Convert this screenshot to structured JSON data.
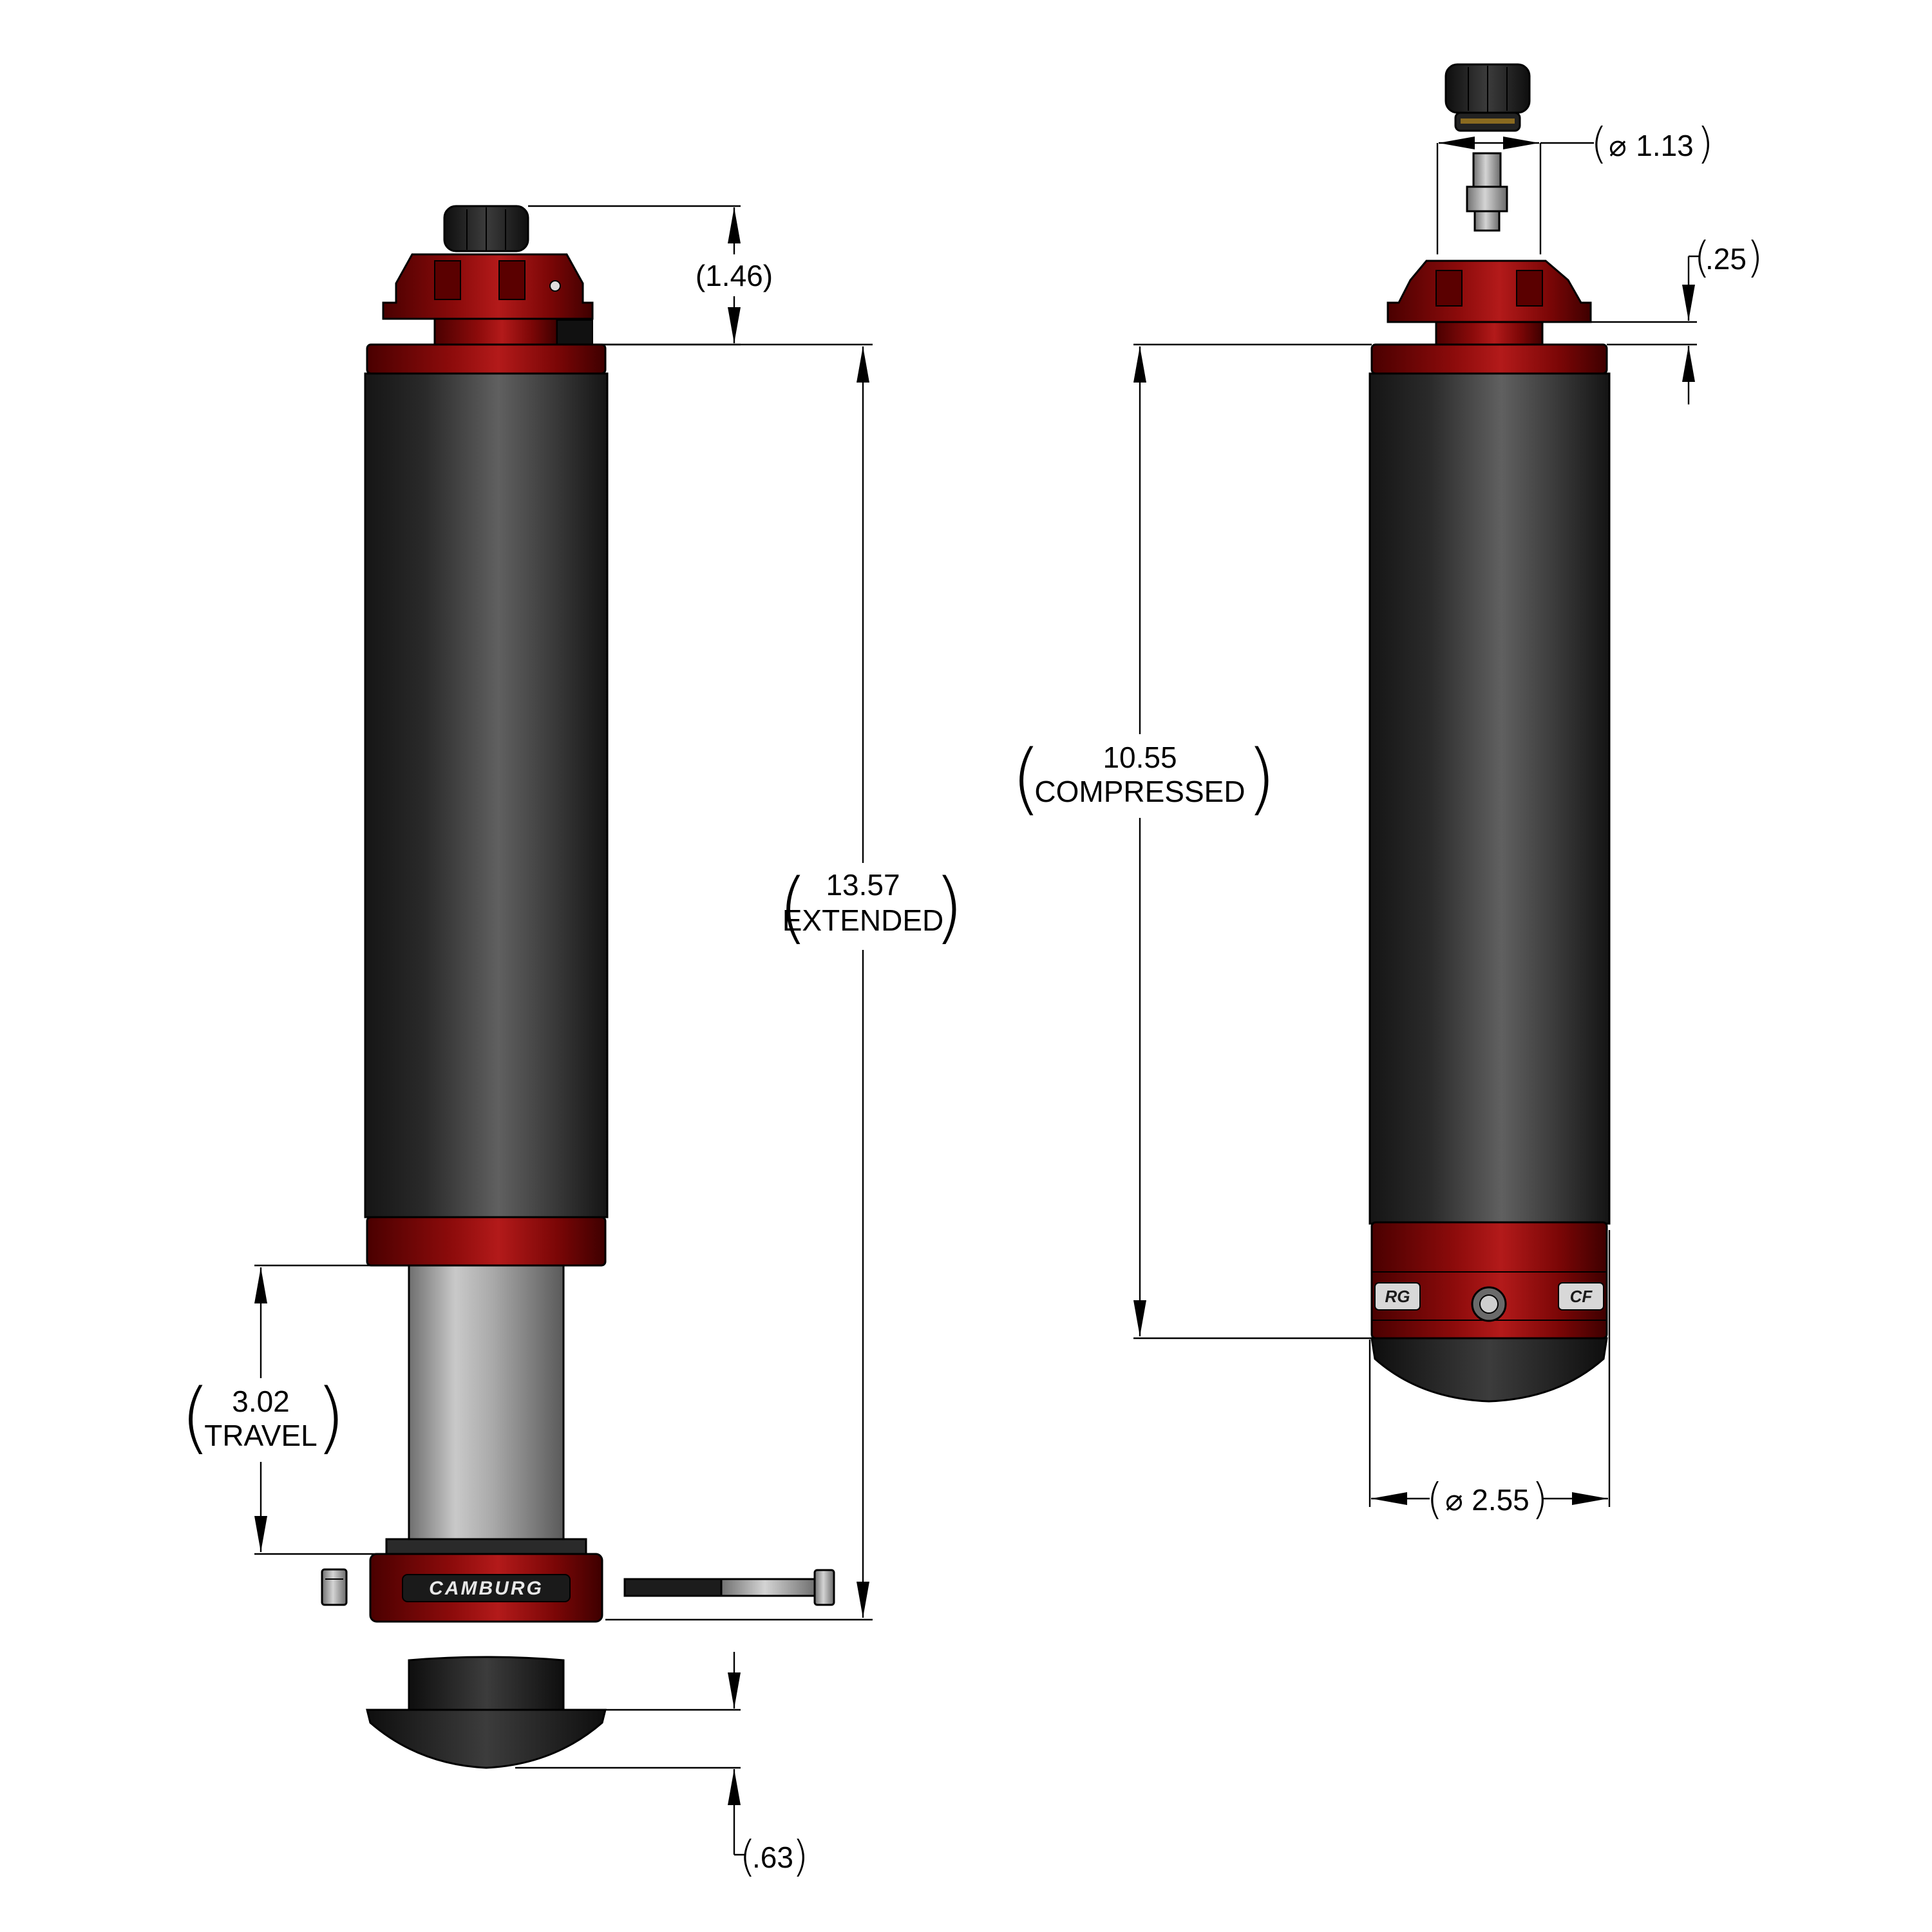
{
  "drawing": {
    "brand_mark": "CAMBURG",
    "brand_mark_partial_left": "RG",
    "brand_mark_partial_right": "CF",
    "colors": {
      "anodized_red": "#8c0b0b",
      "body_dark": "#2c2c2c",
      "shaft_silver": "#a8a8a8",
      "cap_black": "#1e1e1e"
    }
  },
  "dimensions": {
    "top_cap_height": "(1.46)",
    "extended_length_value": "13.57",
    "extended_length_label": "EXTENDED",
    "travel_value": "3.02",
    "travel_label": "TRAVEL",
    "bumper_height": ".63",
    "cap_diameter_symbol": "⌀",
    "cap_diameter_value": "1.13",
    "top_plate_thickness": ".25",
    "compressed_length_value": "10.55",
    "compressed_length_label": "COMPRESSED",
    "body_diameter_symbol": "⌀",
    "body_diameter_value": "2.55"
  }
}
